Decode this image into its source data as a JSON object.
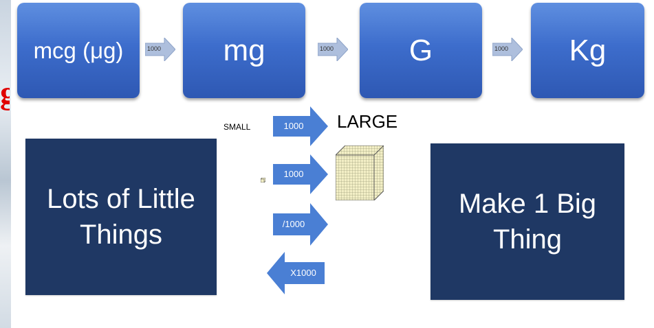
{
  "units": [
    {
      "label": "mcg (μg)"
    },
    {
      "label": "mg"
    },
    {
      "label": "G"
    },
    {
      "label": "Kg"
    }
  ],
  "unit_arrows": [
    {
      "label": "1000"
    },
    {
      "label": "1000"
    },
    {
      "label": "1000"
    }
  ],
  "middle": {
    "small_label": "SMALL",
    "large_label": "LARGE",
    "arrows": [
      {
        "label": "1000",
        "direction": "right"
      },
      {
        "label": "1000",
        "direction": "right"
      },
      {
        "label": "/1000",
        "direction": "right"
      },
      {
        "label": "X1000",
        "direction": "left"
      }
    ]
  },
  "left_box": {
    "text": "Lots of Little Things"
  },
  "right_box": {
    "text": "Make 1 Big Thing"
  },
  "colors": {
    "unit_box": "#3d6dcc",
    "navy_box": "#1f3864",
    "big_arrow": "#4a7fd4",
    "small_arrow": "#aebfdd",
    "cube": "#f3efc6"
  }
}
